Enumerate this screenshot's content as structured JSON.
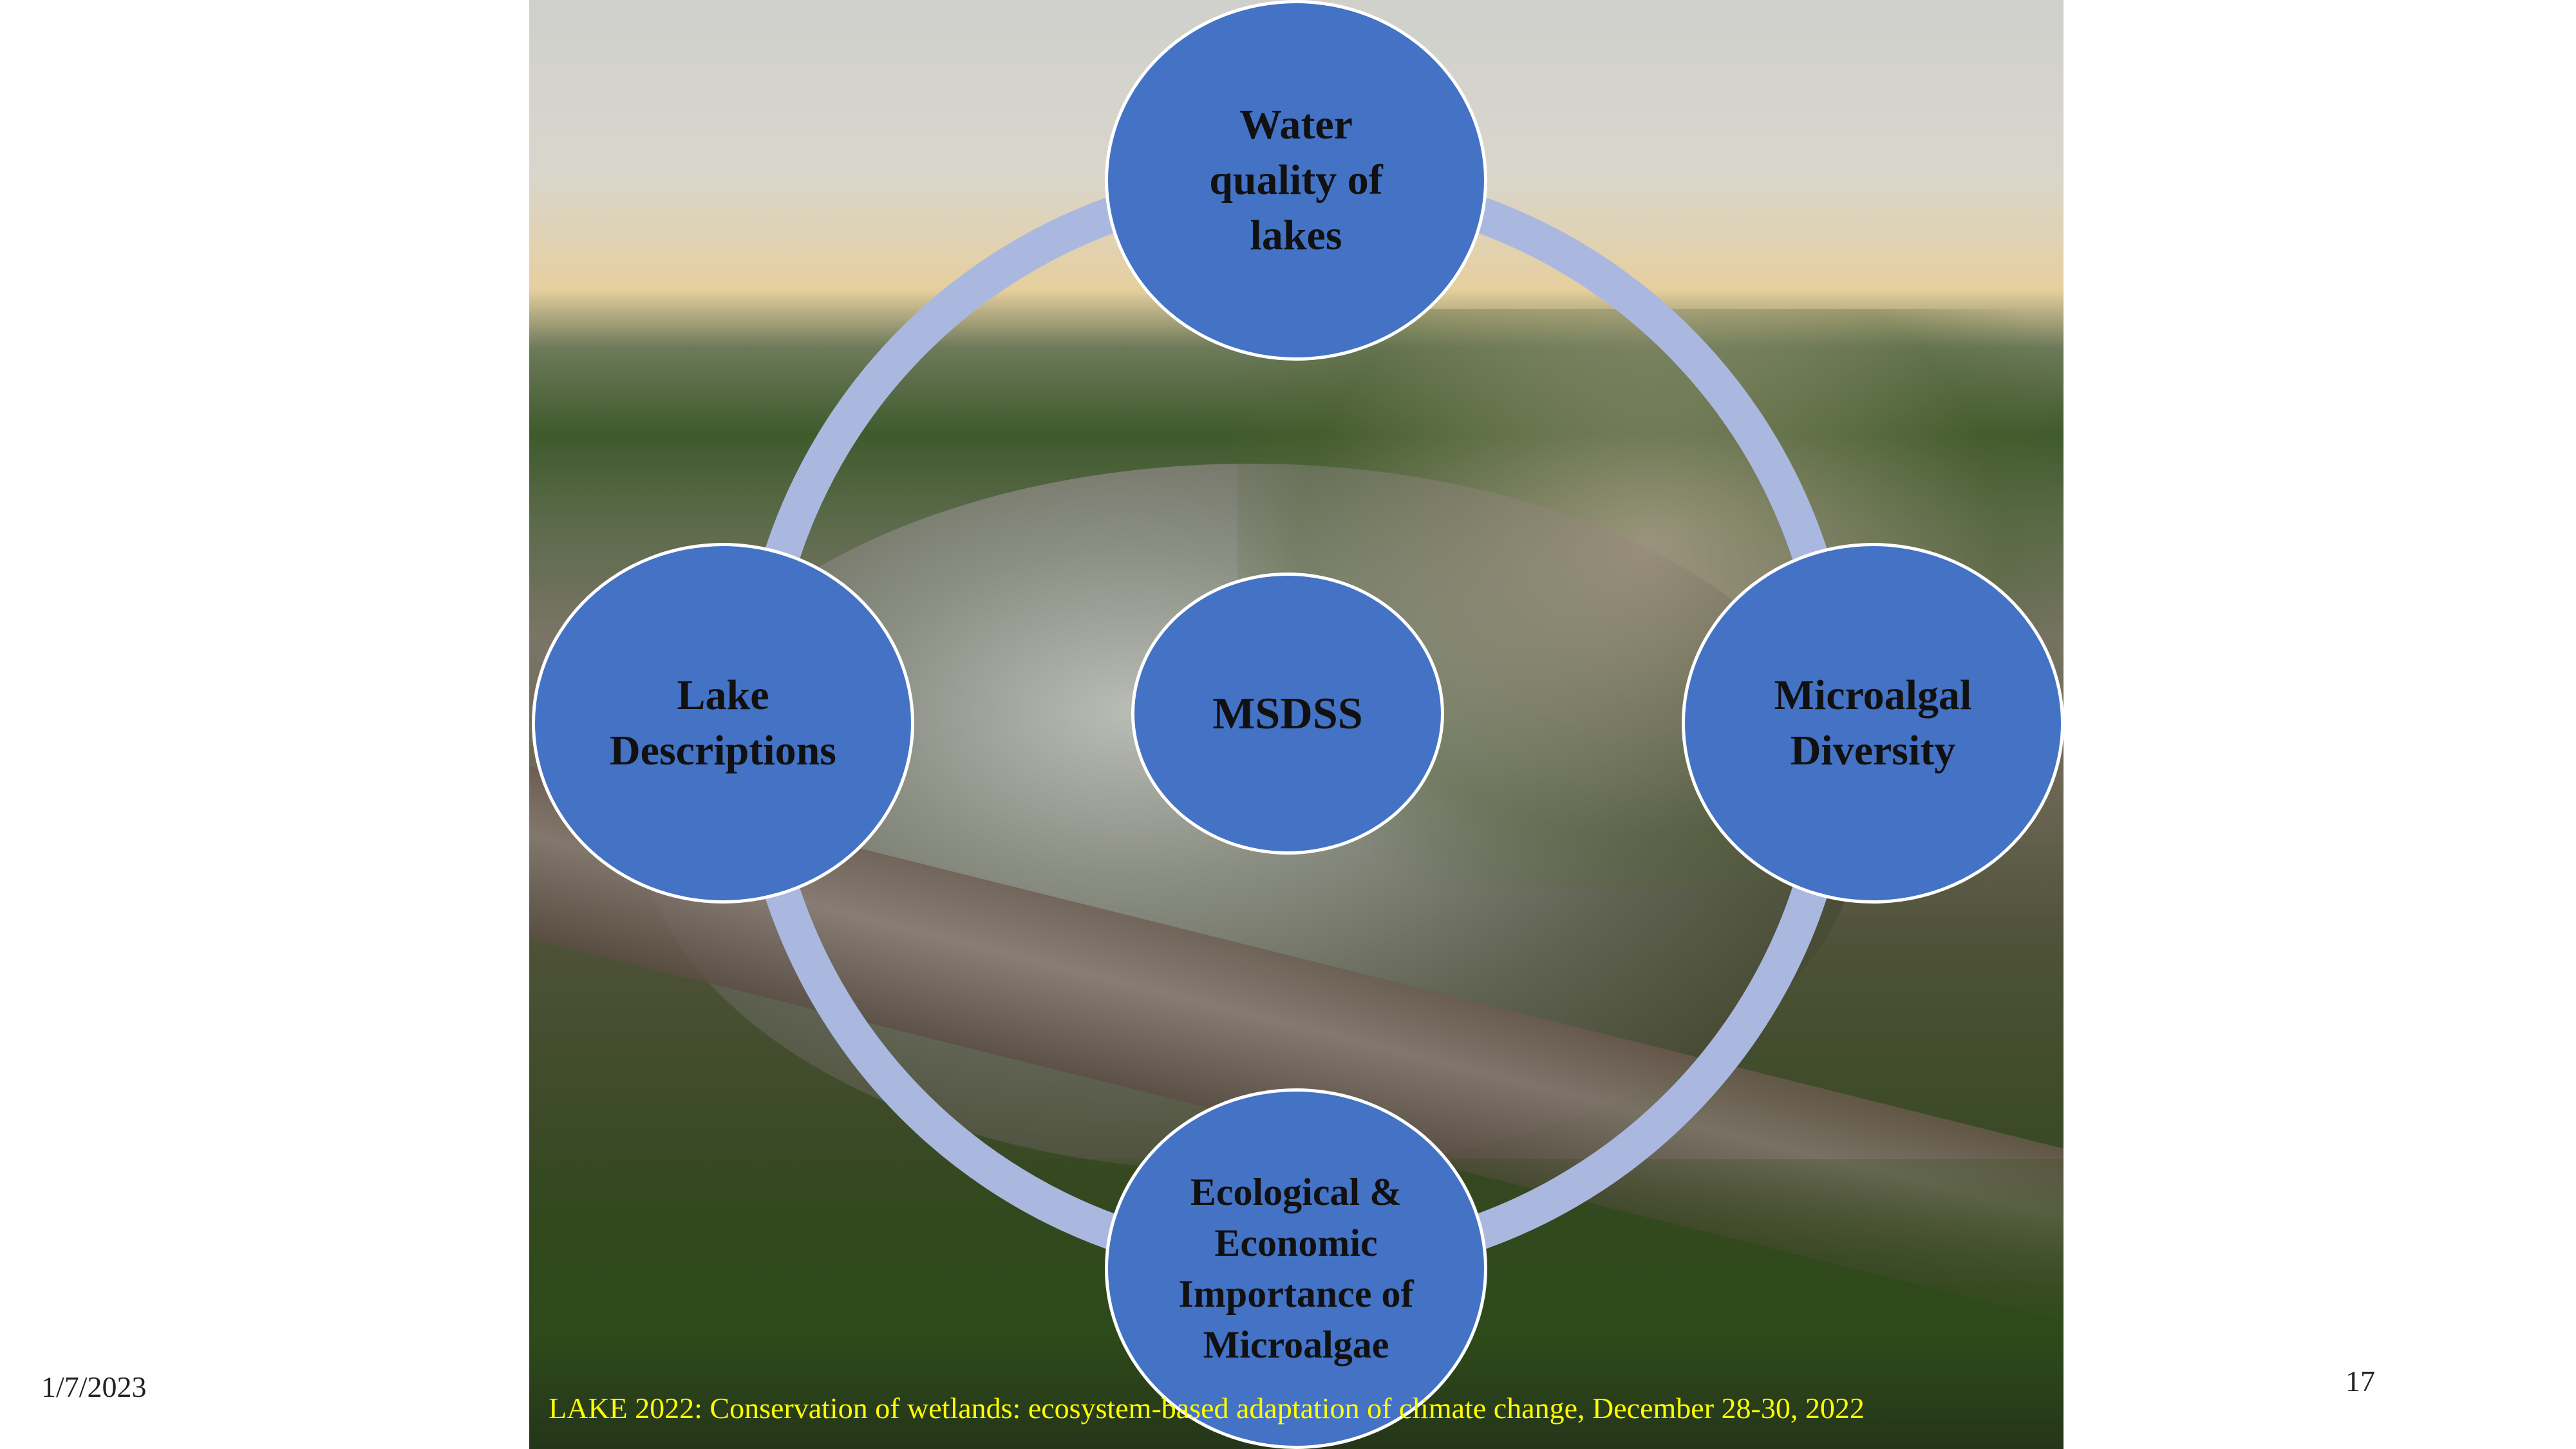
{
  "slide": {
    "nodes": {
      "top": "Water quality of lakes",
      "left": "Lake Descriptions",
      "right": "Microalgal Diversity",
      "bottom": "Ecological & Economic Importance of Microalgae",
      "center": "MSDSS"
    },
    "footer": "LAKE 2022: Conservation of wetlands: ecosystem-based adaptation of climate change, December 28-30, 2022",
    "date": "1/7/2023",
    "page_number": "17"
  },
  "colors": {
    "node": "#4472c4",
    "ring": "#aab8e0",
    "footer": "#ffff00"
  }
}
